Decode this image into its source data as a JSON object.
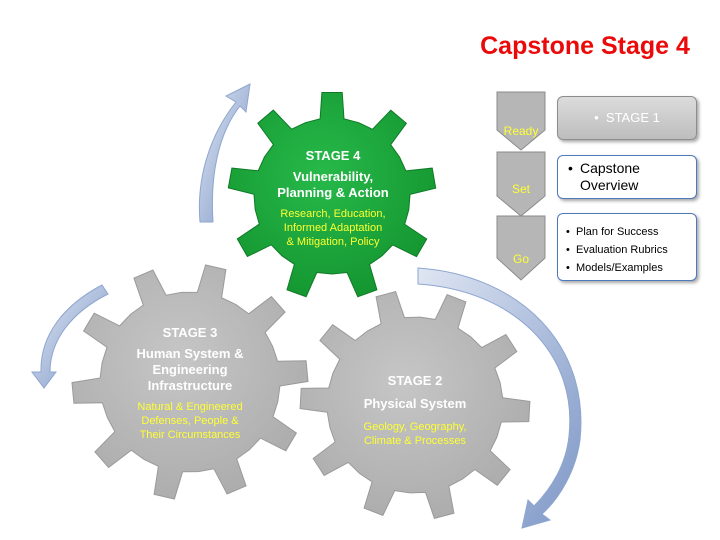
{
  "title": "Capstone Stage 4",
  "gears": {
    "stage4": {
      "heading": "STAGE 4",
      "name_lines": [
        "Vulnerability,",
        "Planning & Action"
      ],
      "sub_lines": [
        "Research, Education,",
        "Informed Adaptation",
        "& Mitigation, Policy"
      ],
      "color": "#1aa63a"
    },
    "stage3": {
      "heading": "STAGE 3",
      "name_lines": [
        "Human System &",
        "Engineering",
        "Infrastructure"
      ],
      "sub_lines": [
        "Natural & Engineered",
        "Defenses, People &",
        "Their Circumstances"
      ],
      "color": "#b9b9b9"
    },
    "stage2": {
      "heading": "STAGE 2",
      "name_lines": [
        "Physical System"
      ],
      "sub_lines": [
        "Geology, Geography,",
        "Climate & Processes"
      ],
      "color": "#b9b9b9"
    }
  },
  "steps": {
    "ready": {
      "label": "Ready",
      "item": "STAGE 1"
    },
    "set": {
      "label": "Set",
      "item": "Capstone Overview"
    },
    "go": {
      "label": "Go",
      "items": [
        "Plan for Success",
        "Evaluation Rubrics",
        "Models/Examples"
      ]
    }
  },
  "colors": {
    "title": "#ea0a0a",
    "subtext": "#ffff33",
    "arrow": "#8fa6cf",
    "box_border": "#4f79bd"
  }
}
